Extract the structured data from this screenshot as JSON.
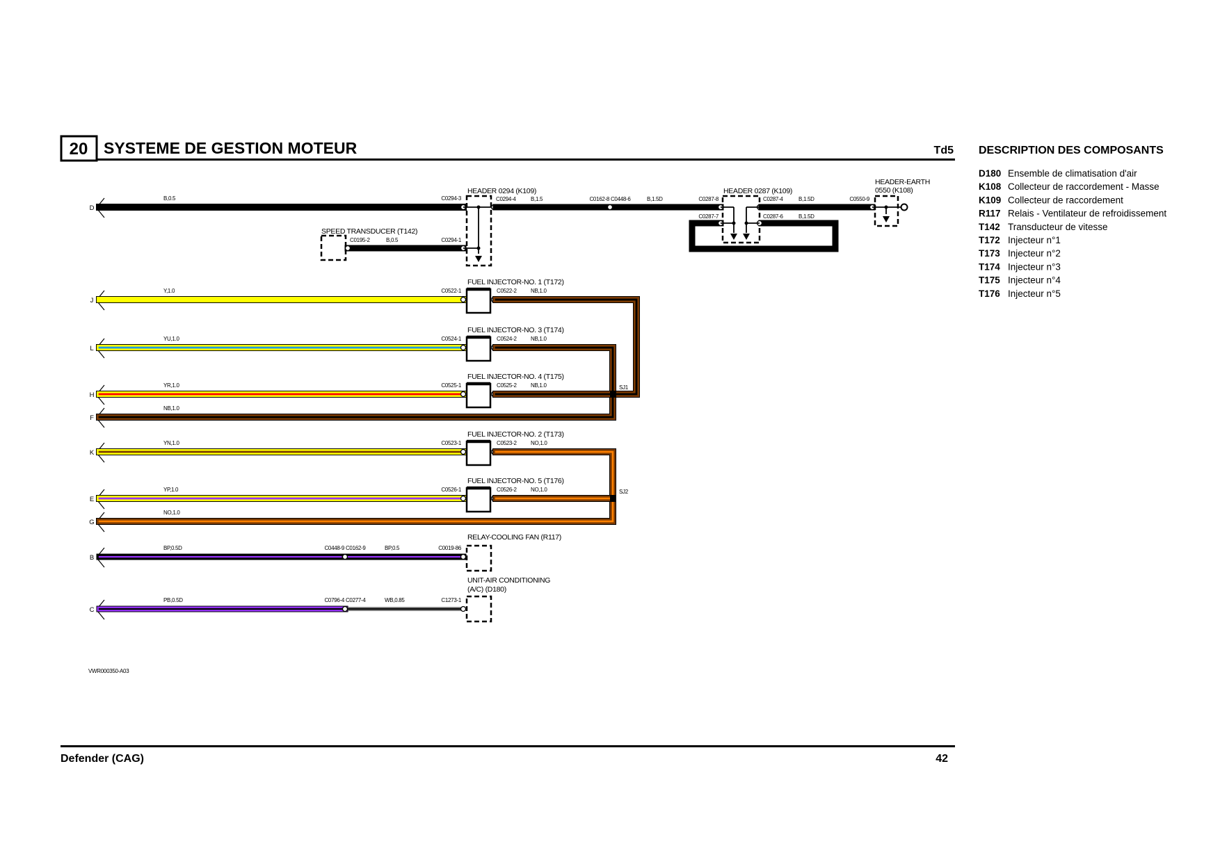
{
  "header": {
    "section_number": "20",
    "title": "SYSTEME DE GESTION MOTEUR",
    "model_code": "Td5"
  },
  "legend": {
    "title": "DESCRIPTION DES COMPOSANTS",
    "items": [
      {
        "code": "D180",
        "desc": "Ensemble de climatisation d'air"
      },
      {
        "code": "K108",
        "desc": "Collecteur de raccordement - Masse"
      },
      {
        "code": "K109",
        "desc": "Collecteur de raccordement"
      },
      {
        "code": "R117",
        "desc": "Relais - Ventilateur de refroidissement"
      },
      {
        "code": "T142",
        "desc": "Transducteur de vitesse"
      },
      {
        "code": "T172",
        "desc": "Injecteur n°1"
      },
      {
        "code": "T173",
        "desc": "Injecteur n°2"
      },
      {
        "code": "T174",
        "desc": "Injecteur n°3"
      },
      {
        "code": "T175",
        "desc": "Injecteur n°4"
      },
      {
        "code": "T176",
        "desc": "Injecteur n°5"
      }
    ]
  },
  "footer": {
    "vehicle": "Defender (CAG)",
    "page": "42"
  },
  "drawing_ref": "VWR000350-A03",
  "wire_colors": {
    "B": "#000000",
    "Y": "#ffff00",
    "U": "#1e9be0",
    "R": "#ff0000",
    "N": "#7a3a00",
    "O": "#ff8000",
    "P": "#9933ff",
    "W": "#ffffff"
  },
  "top": {
    "header_0294": "HEADER 0294 (K109)",
    "speed_transducer": "SPEED TRANSDUCER (T142)",
    "c0195_2": "C0195-2",
    "speed_wire": "B,0.5",
    "c0294_1": "C0294-1",
    "c0294_4": "C0294-4",
    "wire_b15": "B,1.5",
    "mid_connectors": "C0162-8 C0448-6",
    "wire_b15d_1": "B,1.5D",
    "header_0287": "HEADER 0287 (K109)",
    "c0287_8": "C0287-8",
    "c0287_7": "C0287-7",
    "c0287_4": "C0287-4",
    "wire_b15d_2": "B,1.5D",
    "c0287_6": "C0287-6",
    "wire_b15d_3": "B,1.5D",
    "header_earth_1": "HEADER-EARTH",
    "header_earth_2": "0550 (K108)",
    "c0550_9": "C0550-9"
  },
  "splices": {
    "sj1": "SJ1",
    "sj2": "SJ2"
  },
  "circuits": [
    {
      "letter": "D",
      "wire": "B,0.5",
      "main": "B",
      "tracer": null,
      "conn_in": "C0294-3"
    },
    {
      "letter": "J",
      "wire": "Y,1.0",
      "main": "Y",
      "tracer": null,
      "conn_in": "C0522-1",
      "component": "FUEL INJECTOR-NO. 1 (T172)",
      "conn_out": "C0522-2",
      "wire_out": "NB,1.0"
    },
    {
      "letter": "L",
      "wire": "YU,1.0",
      "main": "Y",
      "tracer": "U",
      "conn_in": "C0524-1",
      "component": "FUEL INJECTOR-NO. 3 (T174)",
      "conn_out": "C0524-2",
      "wire_out": "NB,1.0"
    },
    {
      "letter": "H",
      "wire": "YR,1.0",
      "main": "Y",
      "tracer": "R",
      "conn_in": "C0525-1",
      "component": "FUEL INJECTOR-NO. 4 (T175)",
      "conn_out": "C0525-2",
      "wire_out": "NB,1.0"
    },
    {
      "letter": "F",
      "wire": "NB,1.0",
      "main": "N",
      "tracer": "B"
    },
    {
      "letter": "K",
      "wire": "YN,1.0",
      "main": "Y",
      "tracer": "N",
      "conn_in": "C0523-1",
      "component": "FUEL INJECTOR-NO. 2 (T173)",
      "conn_out": "C0523-2",
      "wire_out": "NO,1.0"
    },
    {
      "letter": "E",
      "wire": "YP,1.0",
      "main": "Y",
      "tracer": "P",
      "conn_in": "C0526-1",
      "component": "FUEL INJECTOR-NO. 5 (T176)",
      "conn_out": "C0526-2",
      "wire_out": "NO,1.0"
    },
    {
      "letter": "G",
      "wire": "NO,1.0",
      "main": "N",
      "tracer": "O"
    },
    {
      "letter": "B",
      "wire": "BP,0.5D",
      "main": "B",
      "tracer": "P",
      "mid": "C0448-9 C0162-9",
      "wire2": "BP,0.5",
      "main2": "B",
      "tracer2": "P",
      "conn_in": "C0019-86",
      "component": "RELAY-COOLING FAN (R117)"
    },
    {
      "letter": "C",
      "wire": "PB,0.5D",
      "main": "P",
      "tracer": "B",
      "mid": "C0796-4 C0277-4",
      "wire2": "WB,0.85",
      "main2": "W",
      "tracer2": "B",
      "conn_in": "C1273-1",
      "component": "UNIT-AIR CONDITIONING",
      "component_2": "(A/C) (D180)"
    }
  ]
}
